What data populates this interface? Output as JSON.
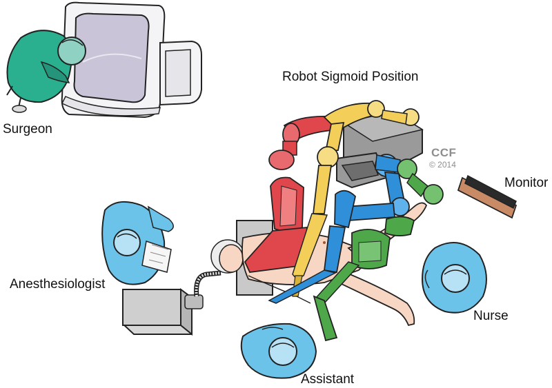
{
  "title": "Robot Sigmoid Position",
  "labels": {
    "surgeon": "Surgeon",
    "anesthesiologist": "Anesthesiologist",
    "monitor": "Monitor",
    "nurse": "Nurse",
    "assistant": "Assistant"
  },
  "watermark": {
    "mark": "CCF",
    "copyright": "© 2014"
  },
  "colors": {
    "surgeon_scrubs": "#2bb08f",
    "staff_scrubs": "#6cc3ea",
    "robot_arm_red": "#e0474c",
    "robot_arm_yellow": "#f3cf5a",
    "robot_arm_blue": "#2f8fd8",
    "robot_arm_green": "#4ea84a",
    "console": "#c9c4d8",
    "table": "#c9c9c9"
  }
}
